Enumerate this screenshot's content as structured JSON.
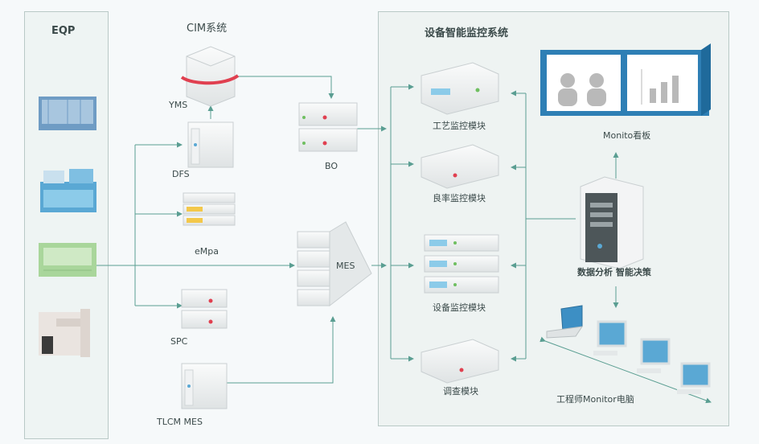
{
  "eqp": {
    "title": "EQP"
  },
  "cim": {
    "title": "CIM系统",
    "yms": "YMS",
    "dfs": "DFS",
    "empa": "eMpa",
    "bo": "BO",
    "mes": "MES",
    "spc": "SPC",
    "tlcm": "TLCM MES"
  },
  "monitor_system": {
    "title": "设备智能监控系统",
    "process": "工艺监控模块",
    "yield": "良率监控模块",
    "equipment": "设备监控模块",
    "adjust": "调查模块",
    "board": "Monito看板",
    "analysis": "数据分析 智能决策",
    "pcs": "工程师Monitor电脑"
  },
  "colors": {
    "line": "#5a9e92",
    "panel_border": "#b9c9c6",
    "screen_blue": "#3d8fc4"
  }
}
